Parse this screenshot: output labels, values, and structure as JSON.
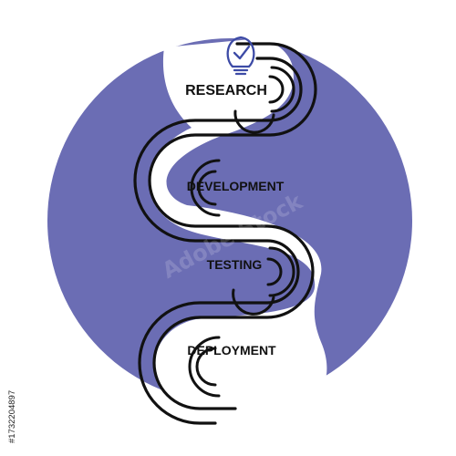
{
  "diagram": {
    "stages": [
      {
        "label": "RESEARCH"
      },
      {
        "label": "DEVELOPMENT"
      },
      {
        "label": "TESTING"
      },
      {
        "label": "DEPLOYMENT"
      }
    ],
    "icon": "lightbulb-check-icon"
  },
  "watermark": {
    "text": "Adobe Stock",
    "id": "#1732204897"
  },
  "colors": {
    "circle": "#6b6db4",
    "band": "#ffffff",
    "line": "#111111",
    "icon": "#3d4ba6"
  }
}
